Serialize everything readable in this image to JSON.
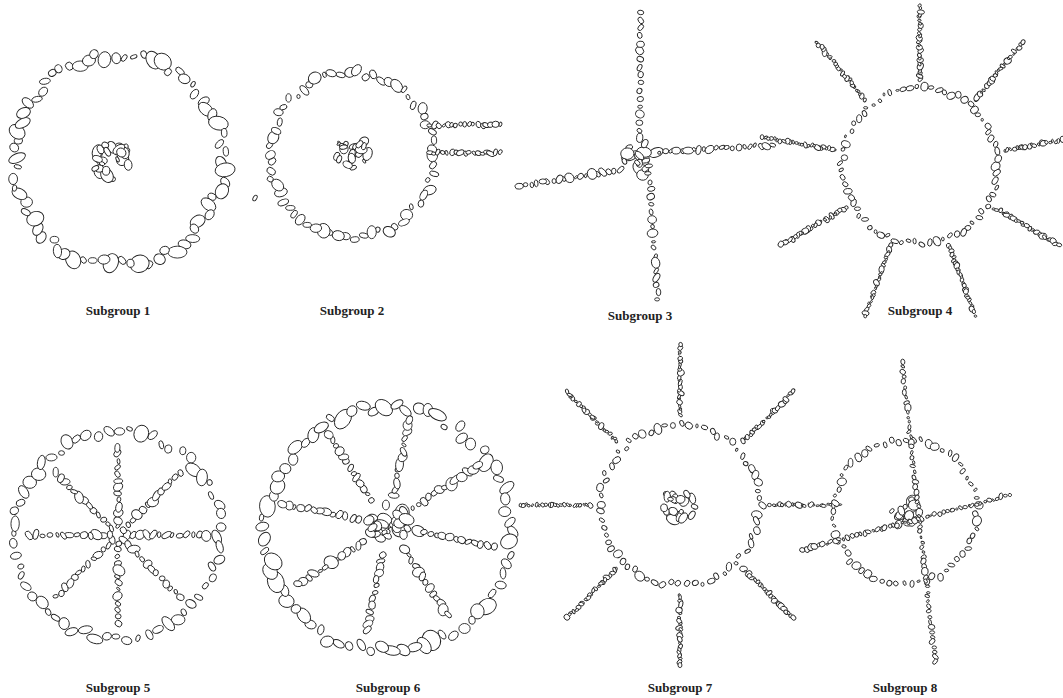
{
  "diagram": {
    "labels": [
      "Subgroup 1",
      "Subgroup 2",
      "Subgroup 3",
      "Subgroup 4",
      "Subgroup 5",
      "Subgroup 6",
      "Subgroup 7",
      "Subgroup 8"
    ]
  }
}
